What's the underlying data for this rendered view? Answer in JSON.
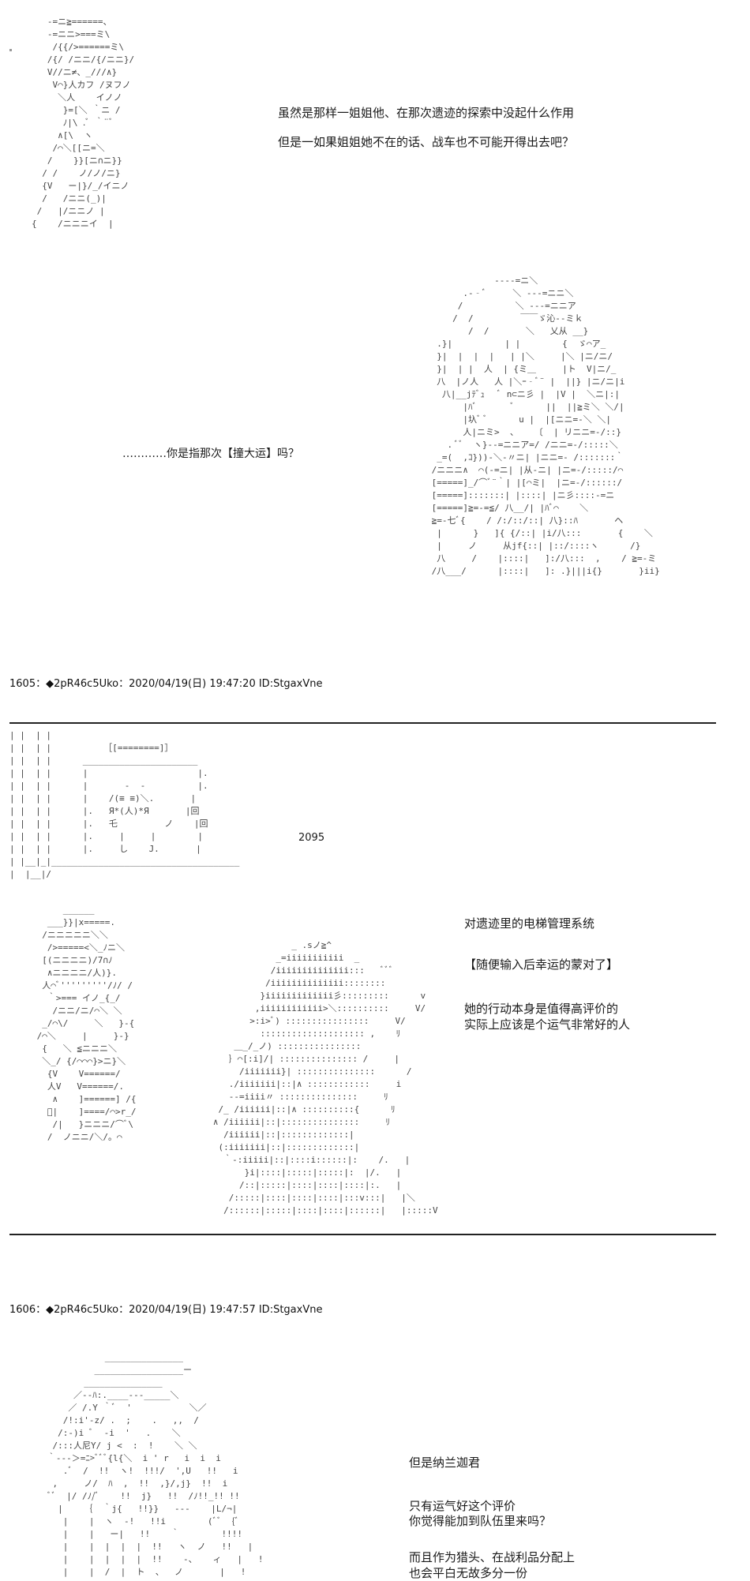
{
  "panel1": {
    "art_top": "   -=ニ≧======、\n   -=ニニ>===ミ\\\n    /{{/>======ミ\\\n   /{/ /ニニ/{/ニニ}/\n   V//ニ≠、_///∧}\n    V⌒}人カフ /ヌフノ\n     ＼人    イノノ\n      }=[＼ ｀ニ /\n      ﾉ|\\ .ﾞ ｀¨ﾞ\n     ∧[\\  ヽ\n    /⌒＼[[ニ=＼\n   /    }}[ニ∩ニ}}\n  / /    ノ/ノ/ニ}\n  {V   ー|}/_/イニノ\n  /   /ニニ(_)|\n /   |/ニニノ |\n{    /ニニニイ  |",
    "line1": "虽然是那样一姐姐他、在那次遗迹的探索中没起什么作用",
    "line2": "但是一如果姐姐她不在的话、战车也不可能开得出去吧？",
    "art_right": "             ----=ニ＼\n       .-‐ﾞ     ＼ ---=ニニ＼\n      /          ＼ ---=ニニア\n     /  /         ￣￣ゞ沁--ミｋ\n        /  /       ＼   乂从 __}\n  .}|          | |        {  ゞ⌒ア_\n  }|  |  |  |   | |＼     |＼ |ニ/ニ/\n  }|  | |  人  | {ミ＿     |ト  V|ニ/_\n  八  |ノ人   人 |＼ｰ‐ﾞ¨ |  ||} |ニ/ニ|i\n   八|__jﾃﾞｭ   ﾞ n⊂ニ彡 |  |V |  ＼ニ|:|\n       |ﾊﾞ       ﾞ      ||  ||≧ミ＼ ＼/|\n       |圦ﾞ ﾞ      u |  |[ニニ=-＼ ＼|\n       人|ニミ>  、   〔  | リニニ=-/::}\n    . ﾞﾞ  ヽ}--=ニニア=/ /ニニ=-/:::::＼\n  _=(  ,ｺ}))-＼-〃ニ| |ニニ=- /:::::::｀\n /ニニニ∧  ⌒(-=ニ| |从-ニ| |ニ=-/:::::/⌒\n [=====]_/⌒ﾞ¨｀| |[⌒ミ|  |ニ=-/::::::/\n [=====]:::::::| |::::| |ニ彡::::-=ニ\n [=====]≧=-=≦/ 八__/| |ﾊﾞ⌒    ＼\n ≧=-七ﾞ{    / /:/::/::| 八}::ﾊ       ヘ\n  |      }   ]{ {/::| |i/八:::       {    ＼\n  |     ノ     从jf{::| |::/::::ヽ      /}\n  八     /    |::::|   ]:/八:::  ,    / ≧=-ミ\n /八___/      |::::|   ]: .}|||i{}       }ii}",
    "question": "…………你是指那次【撞大运】吗？",
    "header": "1605：◆2pR46c5Uko：2020/04/19(日) 19:47:20 ID:StgaxVne"
  },
  "panel2": {
    "art_elevator": "| |  | |\n| |  | |          ［[========]］\n| |  | |      ______________________\n| |  | |      |                     |.\n| |  | |      |       -  -          |.\n| |  | |      |    /(≡ ≡)＼.       |\n| |  | |      |.   Я*(人)*Я       |回\n| |  | |      |.   乇         ノ    |回\n| |  | |      |.     |     |        |\n| |  | |      |.     し    J.       |\n| |__|_|____________________________________\n|  |__|/",
    "counter": "2095",
    "art_left": "      ______\n   ___}}|x=====.\n  /ニニニニニ＼＼\n   />=====<＼_ﾉニ＼\n  [(ニニニニ)/7∩ﾉ\n   ∧ニニニニ/人)}.\n  人⌒ﾞ'''''''''/ﾉ/ /\n   ｀>=== イノ_{_/\n    /ニニ/ニ/⌒＼ ＼\n  _/⌒\\/     ＼   }-{\n /⌒＼     |     }-}\n  {   ＼ ≦ニニニ＼\n  ＼_/ {/⌒⌒⌒}>ニ}＼\n   {V    V======/\n   人V   V======/.\n    ∧    ]======] /{\n   ﾞ|    ]====/⌒>r_/\n    /|   }ニニニ/⌒ﾞ\\\n   /  ノニニ/＼/。⌒",
    "art_shadow": "                  _ .sノ≧^\n               _=iiiiiiiiiii  _\n              /iiiiiiiiiiiiii:::   ﾞﾞﾞ\n             /iiiiiiiiiiiiii::::::::\n            }iiiiiiiiiiiii彡:::::::::      v\n           ,iiiiiiiiiiii>＼::::::::::     V/\n          >:i>ﾞ) ::::::::::::::::     V/\n            :::::::::::::::::::: ,    ﾘ\n       ＿_/_ノ) ::::::::::::::::\n      ｝⌒[:i]/| ::::::::::::::: /     |\n        /iiiiiii}| :::::::::::::::      /\n      ./iiiiiii|::|∧ ::::::::::::     i\n      --=iiii〃 :::::::::::::::     ﾘ\n    /_ /iiiiii|::|∧ ::::::::::{      ﾘ\n   ∧ /iiiiii|::|:::::::::::::::     ﾘ\n     /iiiiii|::|:::::::::::::|\n    (:iiiiiii|::|:::::::::::::|\n     ｀-:iiiii|::|::::i::::::|:    /.   |\n         }i|::::|:::::|:::::|:  |/.   |\n        /::|:::::|::::|::::|::::|:.   |\n      /:::::|::::|::::|::::|:::v:::|   |＼\n     /::::::|:::::|::::|::::|::::::|   |:::::V",
    "caption1": "对遗迹里的电梯管理系统",
    "caption2": "【随便输入后幸运的蒙对了】",
    "caption3": "她的行动本身是值得高评价的",
    "caption4": "实际上应该是个运气非常好的人",
    "header": "1606：◆2pR46c5Uko：2020/04/19(日) 19:47:57 ID:StgaxVne"
  },
  "panel3": {
    "art_hat": "              _______________\n            _________________ー\n          _______________\n        ／--ﾊ:.____---_____＼\n       ／ /.Y ｀ﾞ  '           ＼／\n      /!:i'-z/ .  ;    .   ,,  /\n     /:-)i ﾞ  -i  '   .    ＼\n    /:::人尼Y/ j <  :  !    ＼ ＼\n   ｀---＞=ﾆ>ﾞﾞﾞ{l{＼  i ' r   i  i  i\n      .ﾞ  /  !!  ヽ!  !!!/  ',U   !!   i\n    ,     ノ/  ﾊ  ,  !!  ,}/,j}  !!  i\n   ﾞﾞ  |/ /ﾉ/ﾞ    !!  j}   !!  /ﾉ!!_!! !!\n     |    ｛  ｀j{   !!}}   ---    |L/¬|\n      |    |  ヽ  -!   !!i        (ﾞﾞ  {ﾞ\n      |    |   ー|   !!    ｀        !!!!\n      |    |  |  |  |  !!   ヽ  ノ   !!   |\n      |    |  |  |  |  !!    -、   ィ   |   !\n      |    |  /  |  ト  、  ノ       |   !",
    "caption1": "但是纳兰迦君",
    "caption2": "只有运气好这个评价",
    "caption3": "你觉得能加到队伍里来吗？",
    "caption4": "而且作为猎头、在战利品分配上",
    "caption5": "也会平白无故多分一份"
  }
}
